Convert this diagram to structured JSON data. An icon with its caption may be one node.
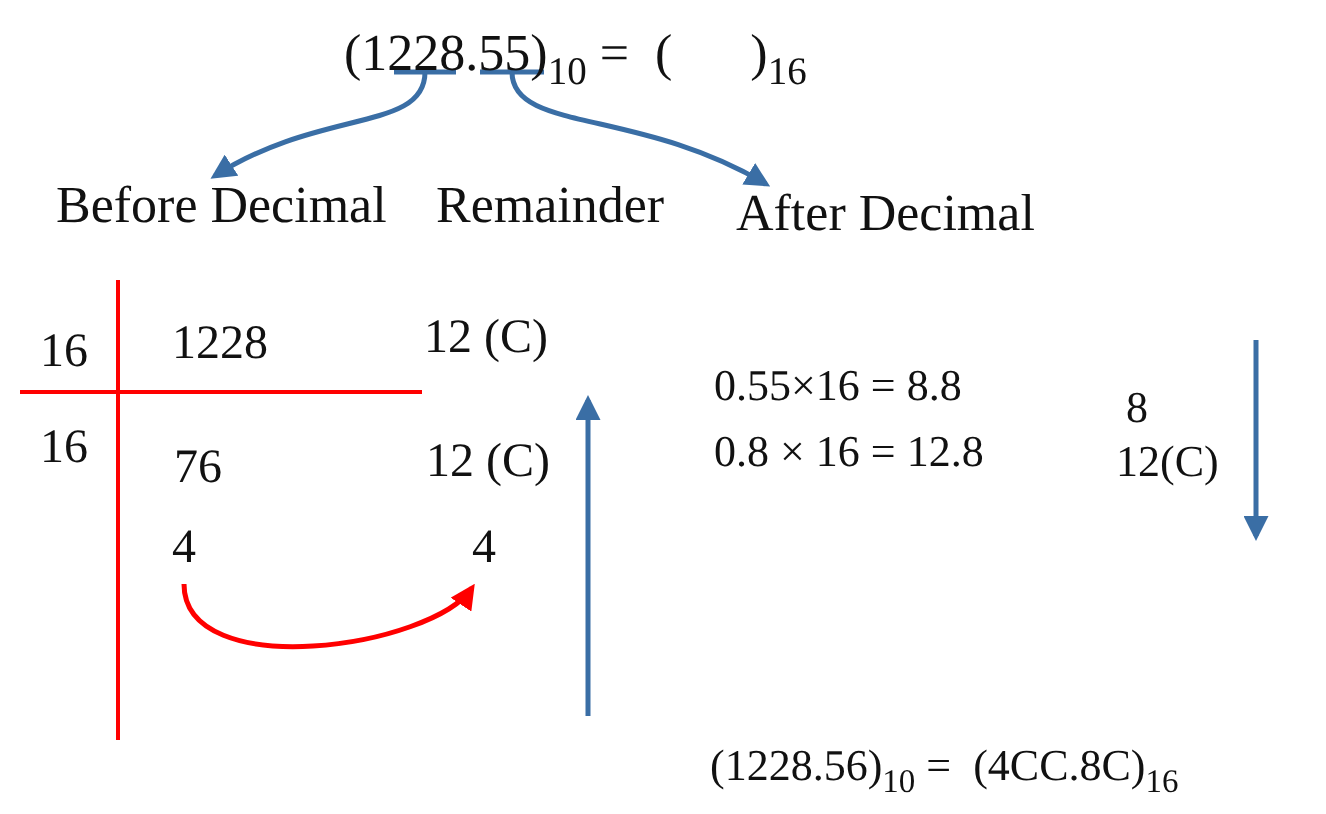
{
  "diagram": {
    "nodes": [
      {
        "text": [
          "(1228.55)$_{10}$ =  (      )$_{16}$"
        ]
      },
      {
        "text": [
          "Before Decimal"
        ]
      },
      {
        "text": [
          "After Decimal"
        ]
      },
      {
        "text": [
          "4"
        ]
      },
      {
        "text": [
          "4"
        ]
      }
    ],
    "edges": [
      {
        "from": 0,
        "to": 1,
        "arrow": "to"
      },
      {
        "from": 0,
        "to": 2,
        "arrow": "to"
      },
      {
        "from": 3,
        "to": 4,
        "arrow": "to",
        "color": "#ff0000"
      }
    ],
    "labels": [
      "Remainder",
      "16",
      "1228",
      "12 (C)",
      "16",
      "76",
      "12 (C)",
      "0.55×16 = 8.8",
      "8",
      "0.8 × 16 = 12.8",
      "12(C)",
      "(1228.56)$_{10}$ =  (4CC.8C)$_{16}$"
    ]
  }
}
